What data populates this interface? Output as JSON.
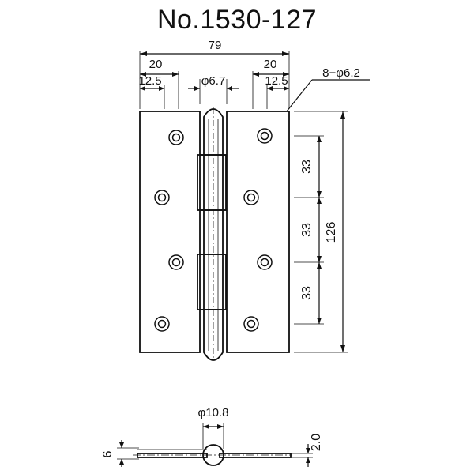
{
  "title": "No.1530-127",
  "dimensions": {
    "overall_width": "79",
    "left_edge_to_hole": "20",
    "left_offset": "12.5",
    "right_edge_to_hole": "20",
    "right_offset": "12.5",
    "pin_diameter": "φ6.7",
    "holes": "8−φ6.2",
    "spacing_1": "33",
    "spacing_2": "33",
    "spacing_3": "33",
    "overall_height": "126",
    "knuckle_diameter": "φ10.8",
    "side_height": "6",
    "plate_thickness": "2.0"
  }
}
